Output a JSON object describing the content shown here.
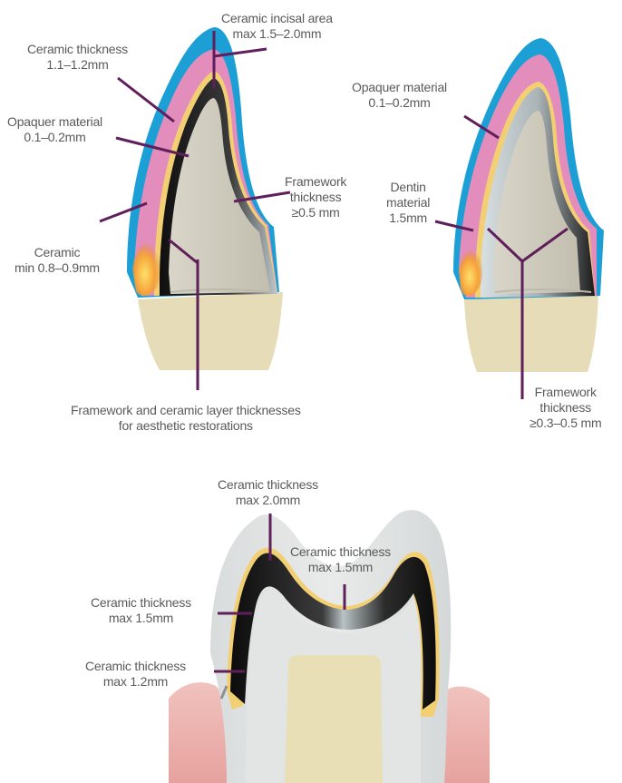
{
  "colors": {
    "ceramic_blue": "#1b9fd5",
    "ceramic_pink": "#e38dbd",
    "opaquer_yellow": "#f3cf74",
    "framework_dark": "#1e1e1e",
    "framework_light": "#c9d3d6",
    "tooth_core": "#cfcbbe",
    "root": "#e6dcb8",
    "gum": "#ecb1ad",
    "leader_lines": "#5e1f5a",
    "text": "#5a5a5a"
  },
  "labels": {
    "incisal_area": [
      "Ceramic incisal area",
      "max 1.5–2.0mm"
    ],
    "ceramic_thickness_left": [
      "Ceramic thickness",
      "1.1–1.2mm"
    ],
    "opaquer_left": [
      "Opaquer material",
      "0.1–0.2mm"
    ],
    "framework_thickness_left": [
      "Framework",
      "thickness",
      "≥0.5 mm"
    ],
    "ceramic_min": [
      "Ceramic",
      "min 0.8–0.9mm"
    ],
    "caption": [
      "Framework and ceramic layer thicknesses",
      "for aesthetic restorations"
    ],
    "opaquer_right": [
      "Opaquer material",
      "0.1–0.2mm"
    ],
    "dentin_material": [
      "Dentin",
      "material",
      "1.5mm"
    ],
    "framework_thickness_right": [
      "Framework",
      "thickness",
      "≥0.3–0.5 mm"
    ],
    "molar_top": [
      "Ceramic thickness",
      "max 2.0mm"
    ],
    "molar_center": [
      "Ceramic thickness",
      "max 1.5mm"
    ],
    "molar_left_mid": [
      "Ceramic thickness",
      "max 1.5mm"
    ],
    "molar_left_low": [
      "Ceramic thickness",
      "max 1.2mm"
    ]
  }
}
